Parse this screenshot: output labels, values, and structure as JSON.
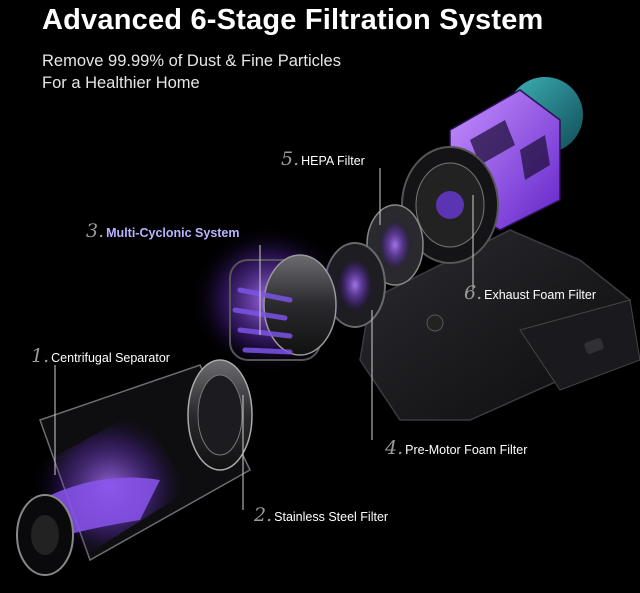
{
  "header": {
    "title": "Advanced 6-Stage Filtration System",
    "subtitle_line1": "Remove 99.99% of Dust & Fine Particles",
    "subtitle_line2": "For a Healthier Home"
  },
  "stages": [
    {
      "num": "1.",
      "label": "Centrifugal Separator"
    },
    {
      "num": "2.",
      "label": "Stainless Steel Filter"
    },
    {
      "num": "3.",
      "label": "Multi-Cyclonic System"
    },
    {
      "num": "4.",
      "label": "Pre-Motor Foam Filter"
    },
    {
      "num": "5.",
      "label": "HEPA Filter"
    },
    {
      "num": "6.",
      "label": "Exhaust Foam Filter"
    }
  ],
  "colors": {
    "background": "#000000",
    "accent_purple": "#9b5cf0",
    "accent_teal": "#2a8e96",
    "highlight_label": "#b9b4ff"
  }
}
